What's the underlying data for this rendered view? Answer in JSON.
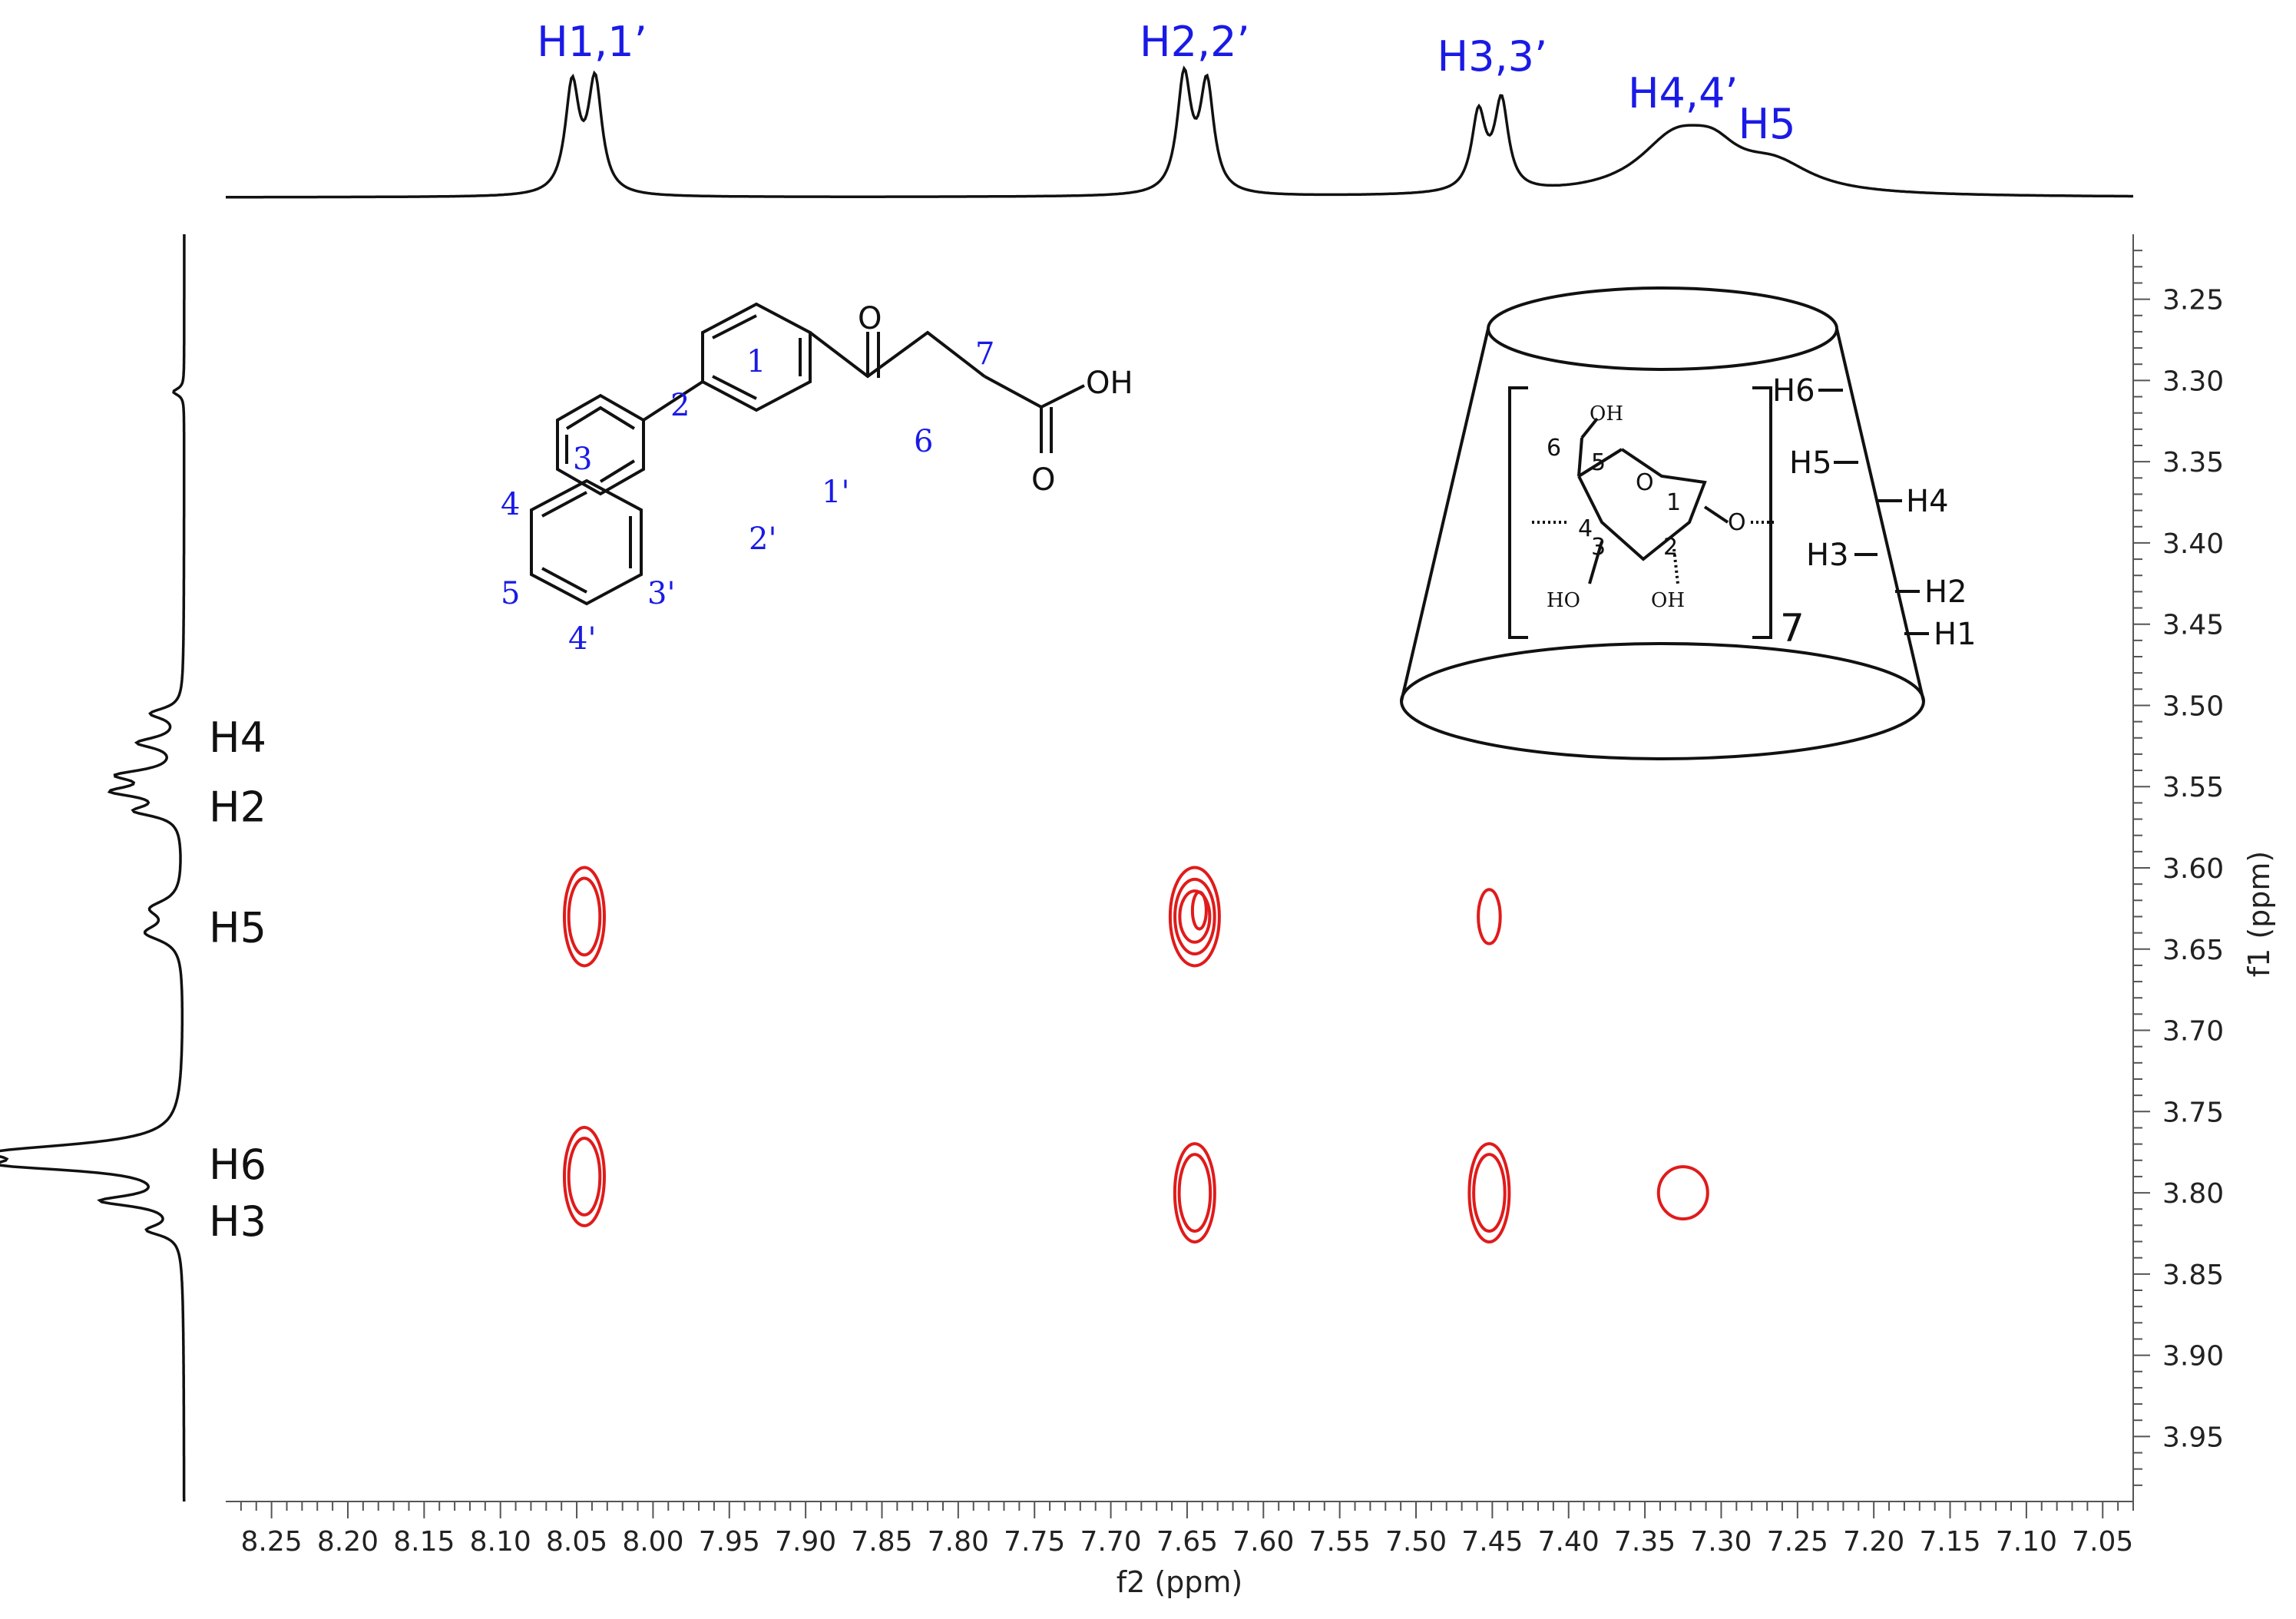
{
  "chart_data": {
    "type": "contour",
    "experiment_axes": {
      "xlabel": "f2 (ppm)",
      "ylabel": "f1 (ppm)",
      "x_range": [
        8.28,
        7.03
      ],
      "y_range": [
        3.21,
        3.99
      ],
      "x_ticks": [
        8.25,
        8.2,
        8.15,
        8.1,
        8.05,
        8.0,
        7.95,
        7.9,
        7.85,
        7.8,
        7.75,
        7.7,
        7.65,
        7.6,
        7.55,
        7.5,
        7.45,
        7.4,
        7.35,
        7.3,
        7.25,
        7.2,
        7.15,
        7.1,
        7.05
      ],
      "y_ticks": [
        3.25,
        3.3,
        3.35,
        3.4,
        3.45,
        3.5,
        3.55,
        3.6,
        3.65,
        3.7,
        3.75,
        3.8,
        3.85,
        3.9,
        3.95
      ],
      "grid": false
    },
    "top_projection_labels": [
      {
        "text": "H1,1’",
        "ppm": 8.04
      },
      {
        "text": "H2,2’",
        "ppm": 7.645
      },
      {
        "text": "H3,3’",
        "ppm": 7.45
      },
      {
        "text": "H4,4’",
        "ppm": 7.325
      },
      {
        "text": "H5",
        "ppm": 7.27
      }
    ],
    "side_projection_labels": [
      {
        "text": "H4",
        "ppm": 3.52
      },
      {
        "text": "H2",
        "ppm": 3.563
      },
      {
        "text": "H5",
        "ppm": 3.637
      },
      {
        "text": "H6",
        "ppm": 3.783
      },
      {
        "text": "H3",
        "ppm": 3.818
      }
    ],
    "cross_peaks": [
      {
        "x": 8.045,
        "y": 3.63,
        "levels": 2
      },
      {
        "x": 7.645,
        "y": 3.63,
        "levels": 3
      },
      {
        "x": 7.452,
        "y": 3.63,
        "levels": 1
      },
      {
        "x": 8.045,
        "y": 3.79,
        "levels": 2
      },
      {
        "x": 7.645,
        "y": 3.8,
        "levels": 2
      },
      {
        "x": 7.452,
        "y": 3.8,
        "levels": 2
      },
      {
        "x": 7.325,
        "y": 3.8,
        "levels": 1
      }
    ]
  },
  "molecule": {
    "positions": [
      "1",
      "2",
      "3",
      "4",
      "5",
      "4'",
      "3'",
      "2'",
      "1'",
      "6",
      "7"
    ],
    "carbonyl_o": "O",
    "acid_oh": "OH",
    "acid_o": "O"
  },
  "cyclodextrin": {
    "oh_labels": [
      "OH",
      "HO",
      "OH"
    ],
    "ring_o": "O",
    "glyco_o": "O",
    "ring_numbers": [
      "6",
      "5",
      "1",
      "4",
      "3",
      "2"
    ],
    "repeat": "7",
    "proton_labels": [
      "H6",
      "H5",
      "H4",
      "H3",
      "H2",
      "H1"
    ]
  },
  "colors": {
    "contour": "#e01b1b",
    "label_blue": "#1a1ae6",
    "line": "#111111"
  }
}
